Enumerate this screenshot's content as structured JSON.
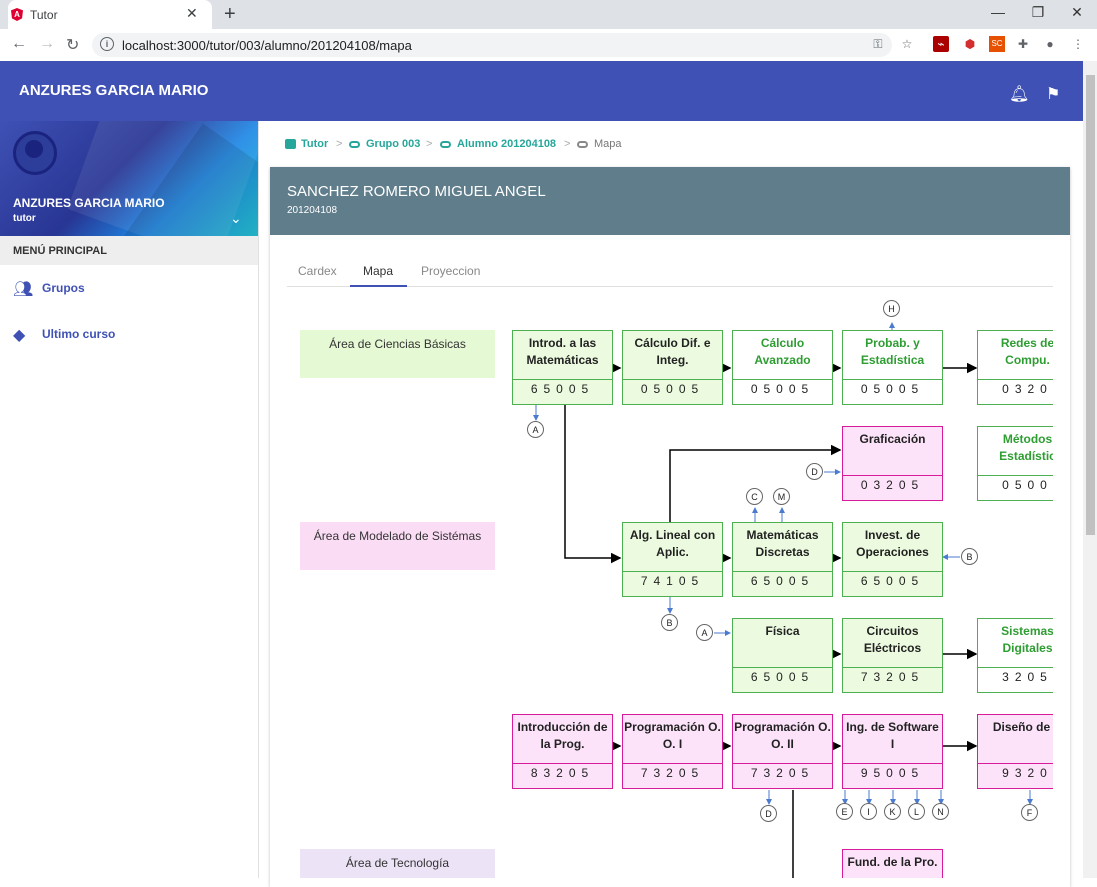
{
  "browser": {
    "tab_title": "Tutor",
    "tab_close": "✕",
    "new_tab": "+",
    "url": "localhost:3000/tutor/003/alumno/201204108/mapa",
    "min": "—",
    "restore": "❐",
    "close": "✕"
  },
  "app": {
    "title": "ANZURES GARCIA MARIO"
  },
  "sidebar": {
    "user_name": "ANZURES GARCIA MARIO",
    "user_role": "tutor",
    "menu_header": "MENÚ PRINCIPAL",
    "items": [
      {
        "label": "Grupos",
        "icon": "people-icon"
      },
      {
        "label": "Ultimo curso",
        "icon": "layers-icon"
      }
    ]
  },
  "breadcrumb": {
    "items": [
      "Tutor",
      "Grupo 003",
      "Alumno 201204108",
      "Mapa"
    ],
    "separator": ">"
  },
  "student": {
    "name": "SANCHEZ ROMERO MIGUEL ANGEL",
    "id": "201204108"
  },
  "tabs": [
    "Cardex",
    "Mapa",
    "Proyeccion"
  ],
  "areas": [
    "Área de Ciencias Básicas",
    "Área de Modelado de Sistémas",
    "Área de Tecnología"
  ],
  "courses": [
    {
      "name": "Introd. a las\nMatemáticas",
      "code": "65005"
    },
    {
      "name": "Cálculo Dif. e\nInteg.",
      "code": "05005"
    },
    {
      "name": "Cálculo\nAvanzado",
      "code": "05005"
    },
    {
      "name": "Probab. y\nEstadística",
      "code": "05005"
    },
    {
      "name": "Redes de\nCompu.",
      "code": "0320"
    },
    {
      "name": "Graficación",
      "code": "03205"
    },
    {
      "name": "Métodos\nEstadístic",
      "code": "0500"
    },
    {
      "name": "Alg. Lineal con\nAplic.",
      "code": "74105"
    },
    {
      "name": "Matemáticas\nDiscretas",
      "code": "65005"
    },
    {
      "name": "Invest. de\nOperaciones",
      "code": "65005"
    },
    {
      "name": "Física",
      "code": "65005"
    },
    {
      "name": "Circuitos\nEléctricos",
      "code": "73205"
    },
    {
      "name": "Sistemas\nDigitales",
      "code": "3205"
    },
    {
      "name": "Introducción de\nla Prog.",
      "code": "83205"
    },
    {
      "name": "Programación O.\nO. I",
      "code": "73205"
    },
    {
      "name": "Programación O.\nO. II",
      "code": "73205"
    },
    {
      "name": "Ing. de Software\nI",
      "code": "95005"
    },
    {
      "name": "Diseño de B",
      "code": "9320"
    },
    {
      "name": "Fund. de la Pro.",
      "code": ""
    }
  ],
  "connectors": [
    "H",
    "A",
    "D",
    "C",
    "M",
    "B",
    "B",
    "A",
    "D",
    "E",
    "I",
    "K",
    "L",
    "N",
    "F"
  ],
  "colors": {
    "appbar": "#3f51b5",
    "card_header": "#607d8b",
    "breadcrumb": "#26a69a",
    "green_box": "#ecfbdf",
    "pink_box": "#fde3fa"
  }
}
